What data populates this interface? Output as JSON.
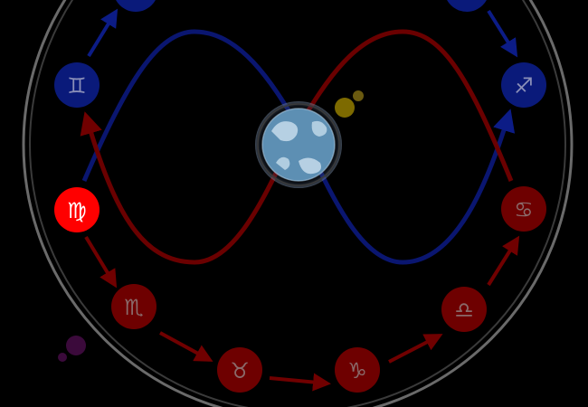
{
  "colors": {
    "background": "#000000",
    "ring_outer": "#6a6a6a",
    "ring_inner": "#444444",
    "blue_node": "#0a1a7a",
    "blue_glyph": "#8a8fb8",
    "blue_arrow": "#0c1c86",
    "red_node": "#6e0000",
    "red_glyph": "#8a6a6a",
    "red_arrow": "#700000",
    "active_node": "#ff0000",
    "active_glyph": "#ffffff",
    "curve_blue": "#0a1670",
    "curve_red": "#6a0000",
    "earth_ocean": "#5d8fb3",
    "earth_land": "#c6dceb",
    "sun": "#7d6a00",
    "small_planet": "#6a5a10",
    "purple_planet": "#3b0a3b"
  },
  "signs": [
    {
      "id": "top-left",
      "glyph": "",
      "color_key": "blue",
      "active": false
    },
    {
      "id": "top-right",
      "glyph": "",
      "color_key": "blue",
      "active": false
    },
    {
      "id": "gemini",
      "glyph": "♊",
      "color_key": "blue",
      "active": false
    },
    {
      "id": "sagittarius",
      "glyph": "♐",
      "color_key": "blue",
      "active": false
    },
    {
      "id": "virgo",
      "glyph": "♍",
      "color_key": "red",
      "active": true
    },
    {
      "id": "cancer",
      "glyph": "♋",
      "color_key": "red",
      "active": false
    },
    {
      "id": "scorpio",
      "glyph": "♏",
      "color_key": "red",
      "active": false
    },
    {
      "id": "libra",
      "glyph": "♎",
      "color_key": "red",
      "active": false
    },
    {
      "id": "taurus",
      "glyph": "♉",
      "color_key": "red",
      "active": false
    },
    {
      "id": "capricorn",
      "glyph": "♑",
      "color_key": "red",
      "active": false
    }
  ],
  "center": {
    "icon": "earth-icon"
  },
  "decor": {
    "sun": "sun-icon",
    "planet": "planet-icon"
  }
}
